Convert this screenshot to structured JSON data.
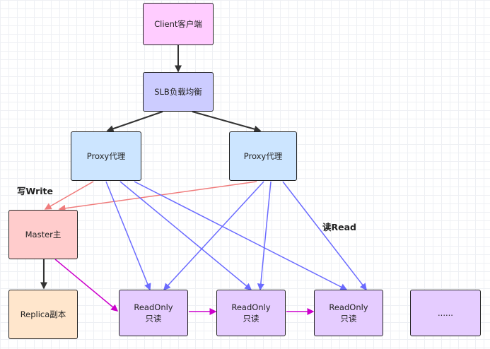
{
  "nodes": {
    "client": "Client客户端",
    "slb": "SLB负载均衡",
    "proxy_left": "Proxy代理",
    "proxy_right": "Proxy代理",
    "master": "Master主",
    "replica": "Replica副本",
    "readonly_1": [
      "ReadOnly",
      "只读"
    ],
    "readonly_2": [
      "ReadOnly",
      "只读"
    ],
    "readonly_3": [
      "ReadOnly",
      "只读"
    ],
    "more": "......"
  },
  "labels": {
    "write": "写Write",
    "read": "读Read"
  },
  "colors": {
    "client": "#ffccff",
    "slb": "#ccccff",
    "proxy": "#cce5ff",
    "master": "#ffcccc",
    "replica": "#ffe6cc",
    "readonly": "#e5ccff",
    "write_arrow": "#f07c7c",
    "read_arrow": "#6b6bff",
    "sync_arrow": "#cc00cc",
    "flow_arrow": "#333333"
  }
}
